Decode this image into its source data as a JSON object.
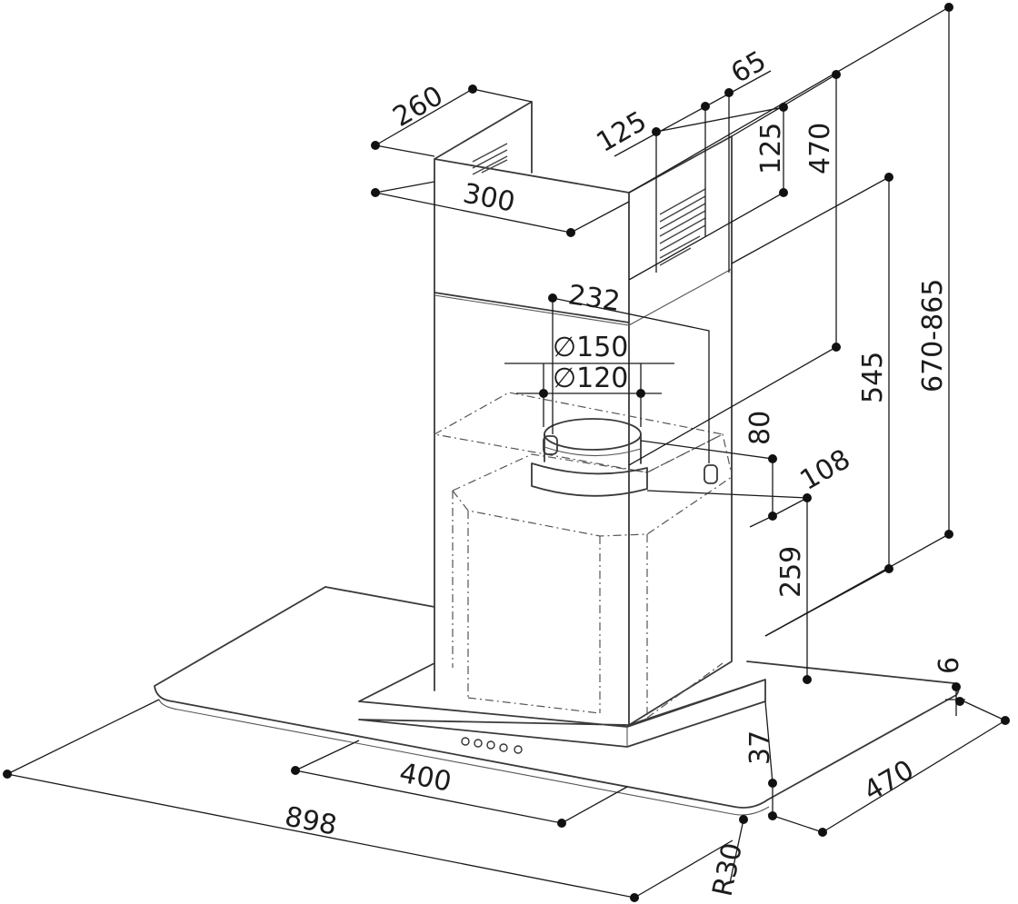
{
  "dimensions": {
    "d260": "260",
    "d300": "300",
    "d125a": "125",
    "d65": "65",
    "d125b": "125",
    "d470_top": "470",
    "d670_865": "670-865",
    "d232": "232",
    "d150": "∅150",
    "d120": "∅120",
    "d545": "545",
    "d80": "80",
    "d108": "108",
    "d259": "259",
    "d6": "6",
    "d37": "37",
    "d400": "400",
    "d470_bottom": "470",
    "d898": "898",
    "r30": "R30"
  }
}
